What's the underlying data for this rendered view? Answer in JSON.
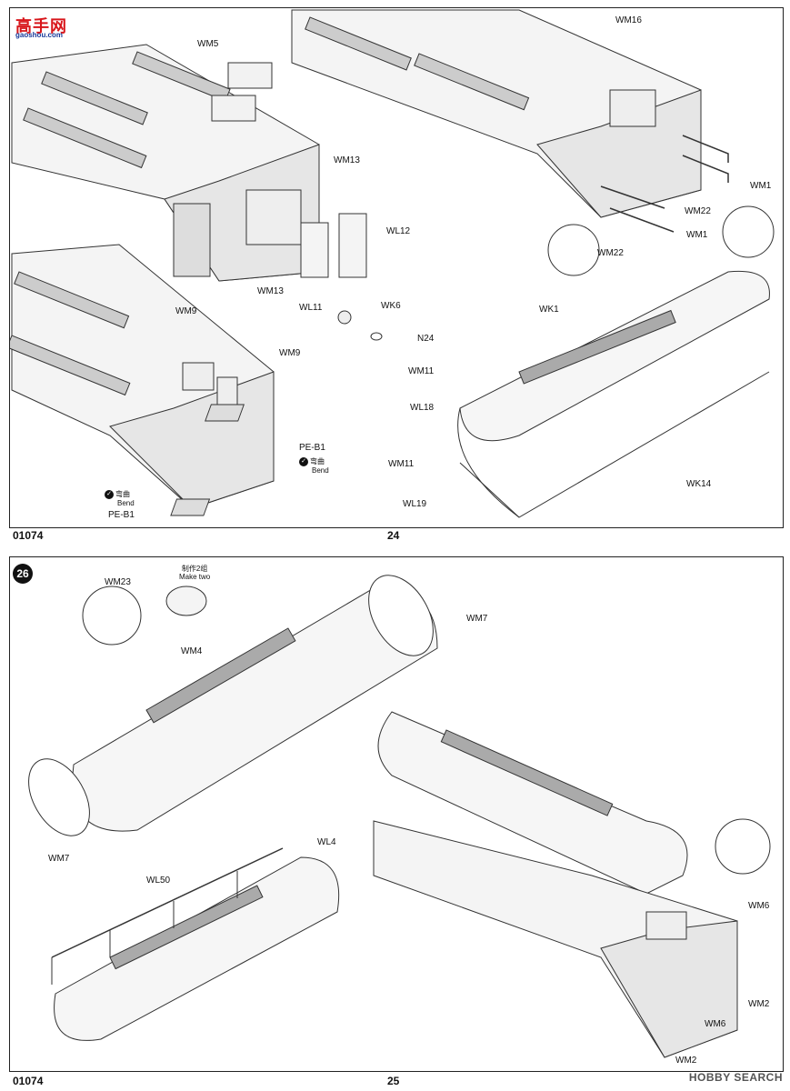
{
  "watermark_top": {
    "main": "高手网",
    "url": "gaoshou.com"
  },
  "page_left_code_top": "01074",
  "page_number_top": "24",
  "page_left_code_bottom": "01074",
  "page_number_bottom": "25",
  "step_bottom": "26",
  "watermark_bottom": "HOBBY SEARCH",
  "top_labels": {
    "wm5": "WM5",
    "wm13a": "WM13",
    "wm13b": "WM13",
    "wl12": "WL12",
    "wl11": "WL11",
    "wm16": "WM16",
    "wm1a": "WM1",
    "wm1b": "WM1",
    "wm22a": "WM22",
    "wm22b": "WM22",
    "wk6": "WK6",
    "n24": "N24",
    "wk1": "WK1",
    "wk14": "WK14",
    "wm9a": "WM9",
    "wm9b": "WM9",
    "wm11a": "WM11",
    "wl18": "WL18",
    "wm11b": "WM11",
    "wl19": "WL19",
    "peb1a": "PE-B1",
    "peb1b": "PE-B1",
    "bend_cn": "弯曲",
    "bend_en": "Bend"
  },
  "bottom_labels": {
    "wm23": "WM23",
    "make_two_cn": "制作2组",
    "make_two_en": "Make two",
    "wm4": "WM4",
    "wm7a": "WM7",
    "wm7b": "WM7",
    "wl50": "WL50",
    "wl4": "WL4",
    "wm6a": "WM6",
    "wm6b": "WM6",
    "wm2a": "WM2",
    "wm2b": "WM2"
  }
}
